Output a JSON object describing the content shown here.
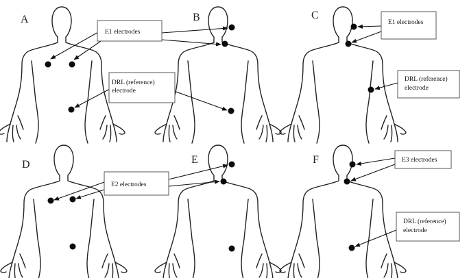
{
  "panels": [
    {
      "id": "A",
      "label": "A"
    },
    {
      "id": "B",
      "label": "B"
    },
    {
      "id": "C",
      "label": "C"
    },
    {
      "id": "D",
      "label": "D"
    },
    {
      "id": "E",
      "label": "E"
    },
    {
      "id": "F",
      "label": "F"
    }
  ],
  "callouts": {
    "e1_top": "E1 electrodes",
    "drl_a_line1": "DRL  (reference)",
    "drl_a_line2": "electrode",
    "e1_c": "E1 electrodes",
    "drl_c_line1": "DRL  (reference)",
    "drl_c_line2": "electrode",
    "e2": "E2 electrodes",
    "e3": "E3 electrodes",
    "drl_f_line1": "DRL  (reference)",
    "drl_f_line2": "electrode"
  },
  "colors": {
    "electrode": "#0a0a0a",
    "outline": "#222222"
  }
}
